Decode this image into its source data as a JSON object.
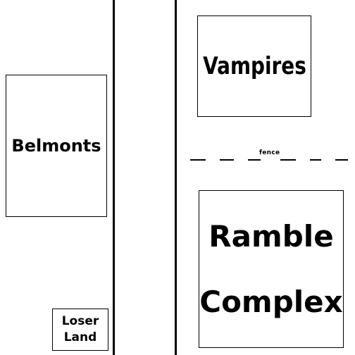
{
  "diagram": {
    "regions": {
      "belmonts": "Belmonts",
      "vampires": "Vampires",
      "ramble_complex": [
        "Ramble",
        "Complex"
      ],
      "loser_land": [
        "Loser",
        "Land"
      ]
    },
    "fence_label": "fence"
  },
  "colors": {
    "line": "#000000",
    "background": "#ffffff"
  }
}
